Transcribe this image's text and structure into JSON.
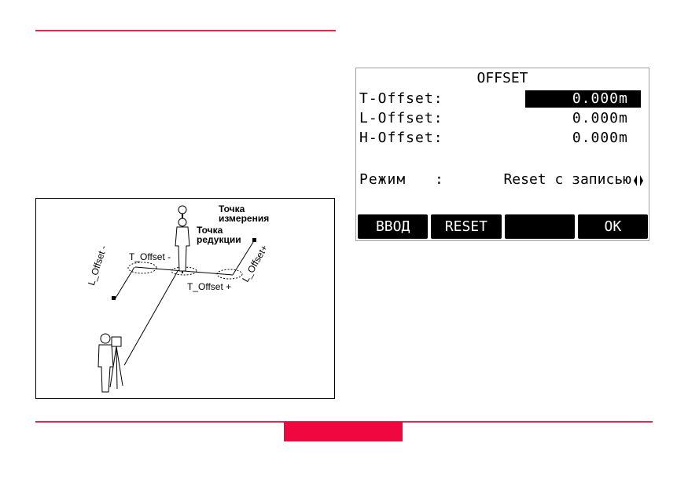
{
  "screen": {
    "title": "OFFSET",
    "fields": [
      {
        "label": "T-Offset:",
        "value": "0.000",
        "unit": "m",
        "selected": true
      },
      {
        "label": "L-Offset:",
        "value": "0.000",
        "unit": "m",
        "selected": false
      },
      {
        "label": "H-Offset:",
        "value": "0.000",
        "unit": "m",
        "selected": false
      }
    ],
    "mode": {
      "label": "Режим",
      "separator": ":",
      "value": "Reset с записью"
    },
    "softkeys": [
      "ВВОД",
      "RESET",
      "",
      "OK"
    ]
  },
  "figure": {
    "labels": {
      "point_measure": "Точка\nизмерения",
      "point_reduction": "Точка\nредукции",
      "t_offset_minus": "T_Offset -",
      "t_offset_plus": "T_Offset +",
      "l_offset_minus": "L_Offset -",
      "l_offset_plus": "L_Offset+"
    }
  },
  "colors": {
    "accent": "#f0073f",
    "rule": "#e8254a"
  }
}
